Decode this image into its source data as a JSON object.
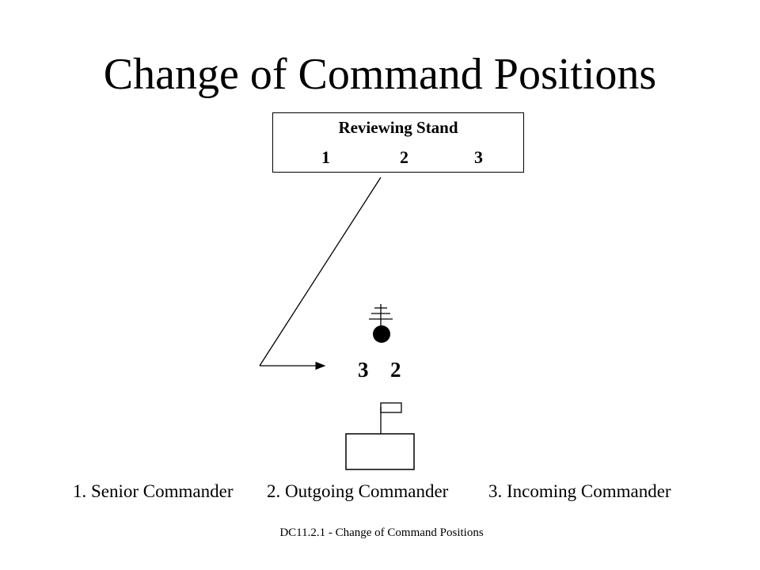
{
  "title": "Change of Command Positions",
  "reviewing_stand": {
    "label": "Reviewing Stand",
    "positions": [
      "1",
      "2",
      "3"
    ]
  },
  "field_positions": [
    "3",
    "2"
  ],
  "legend": [
    "1. Senior Commander",
    "2. Outgoing Commander",
    "3. Incoming Commander"
  ],
  "footer": "DC11.2.1 - Change of Command Positions"
}
